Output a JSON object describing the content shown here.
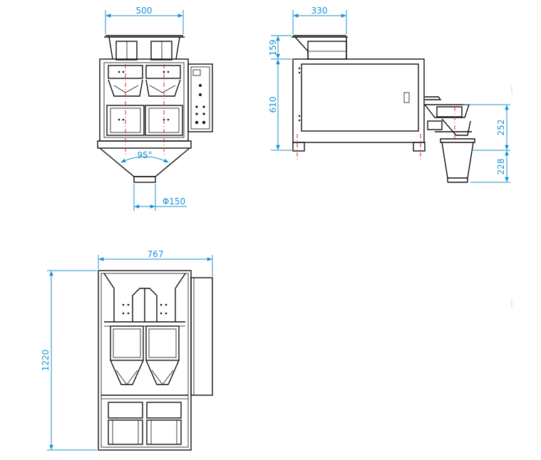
{
  "dimensions": {
    "front_width": "500",
    "front_angle": "95°",
    "front_outlet": "Φ150",
    "side_width": "330",
    "side_hopper_height": "159",
    "side_body_height": "610",
    "side_outlet_height": "252",
    "side_bottom_height": "228",
    "top_width": "767",
    "top_length": "1220"
  }
}
